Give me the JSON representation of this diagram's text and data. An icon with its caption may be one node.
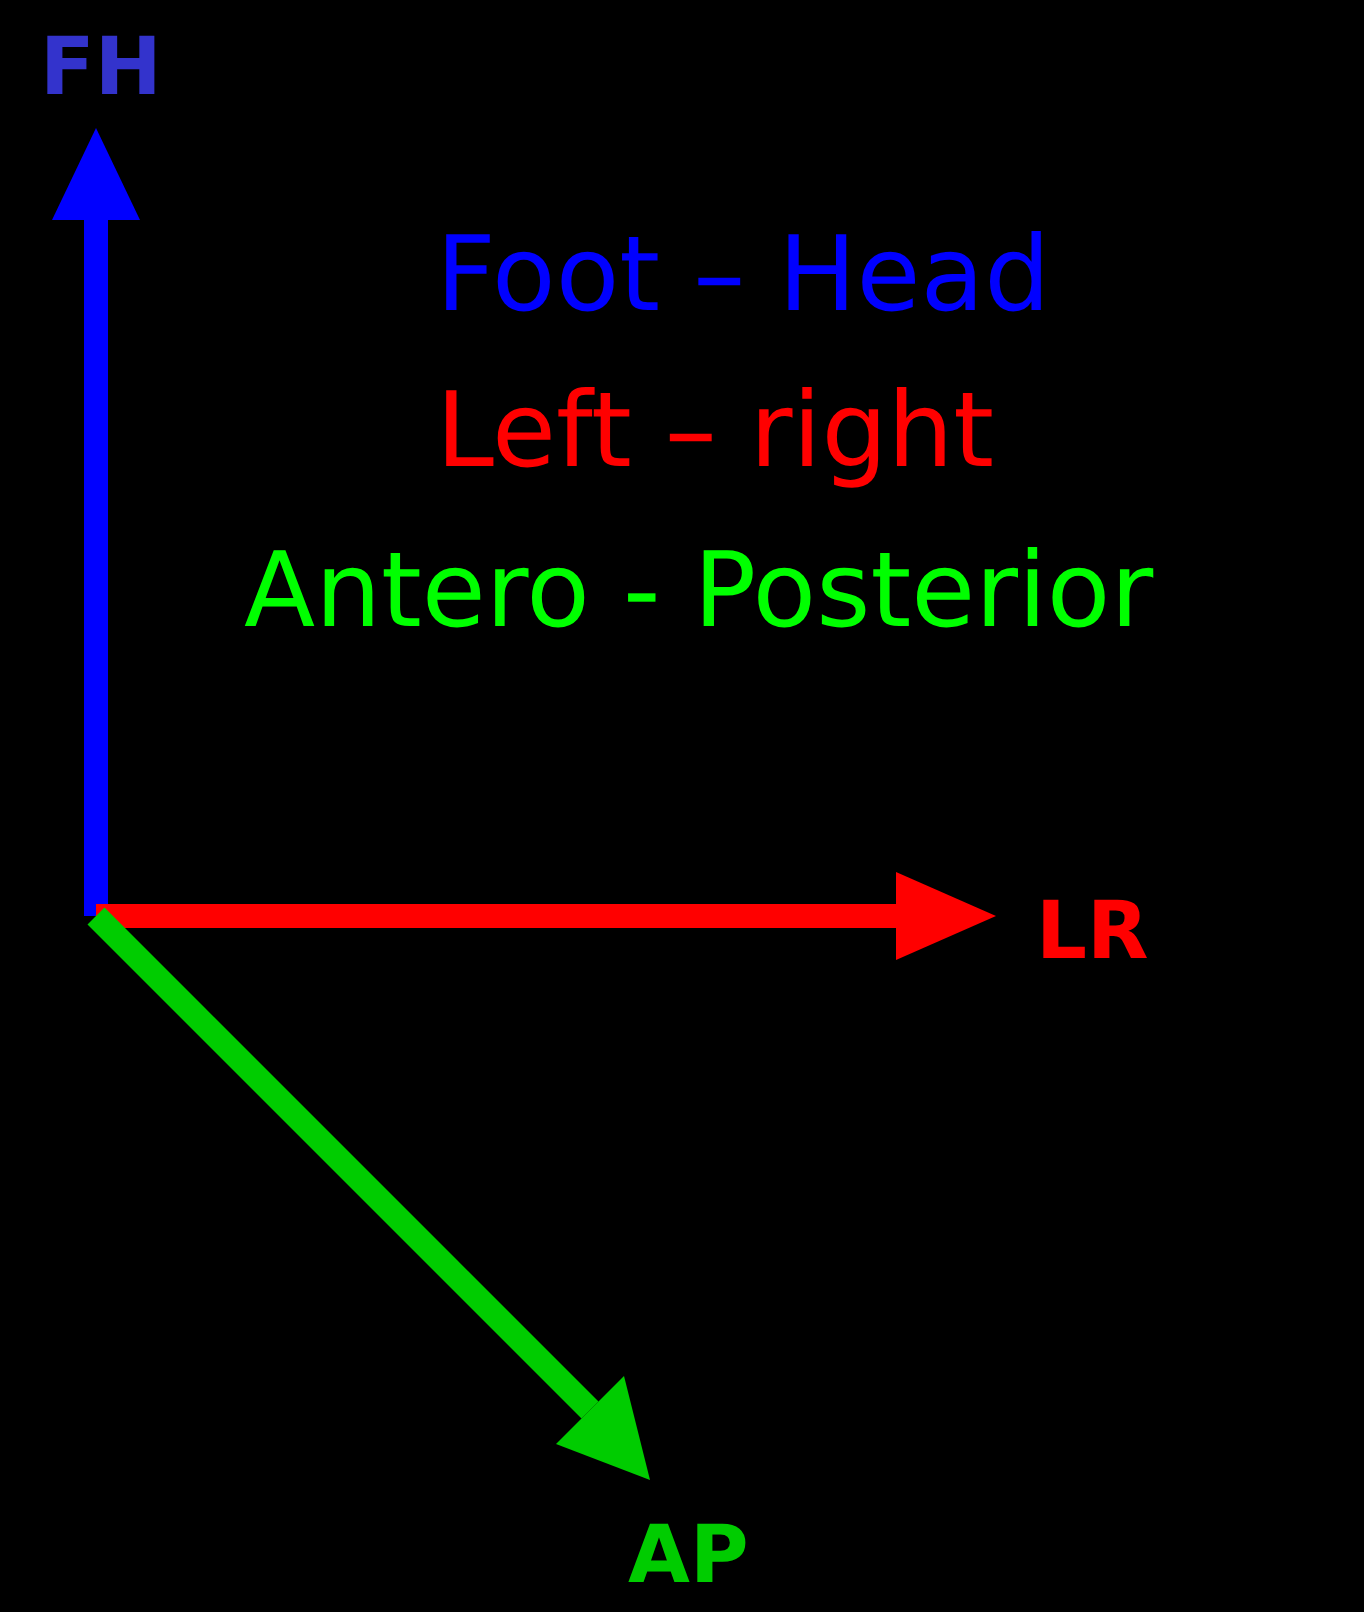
{
  "diagram": {
    "labels": [
      "FH",
      "Foot – Head",
      "Left – right",
      "Antero - Posterior",
      "LR",
      "AP"
    ]
  }
}
